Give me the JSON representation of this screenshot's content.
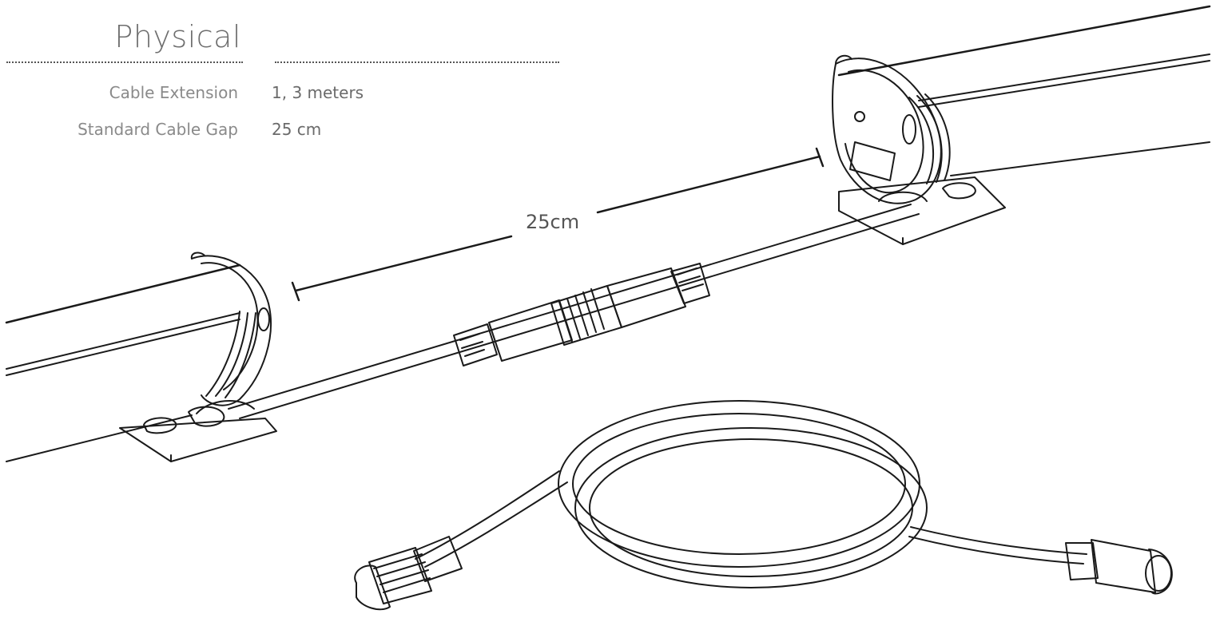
{
  "section": {
    "title": "Physical"
  },
  "specs": [
    {
      "label": "Cable Extension",
      "value": "1, 3 meters"
    },
    {
      "label": "Standard Cable Gap",
      "value": "25 cm"
    }
  ],
  "diagram": {
    "dimension_label": "25cm",
    "stroke_color": "#1a1a1a"
  }
}
